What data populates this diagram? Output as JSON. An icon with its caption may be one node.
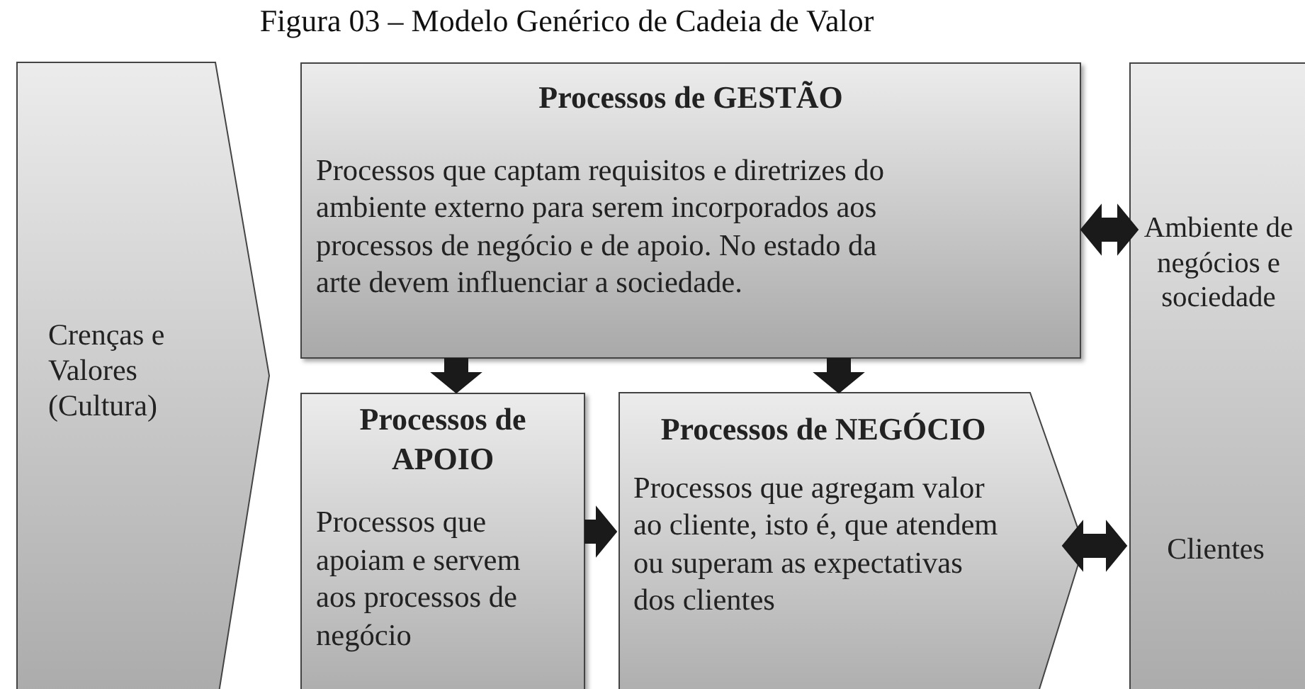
{
  "diagram": {
    "title": "Figura 03 – Modelo Genérico de Cadeia de Valor",
    "nodes": [
      {
        "text": [
          "Crenças e Valores (Cultura)"
        ]
      },
      {
        "text": [
          "Processos de GESTÃO",
          "Processos que captam requisitos e diretrizes do ambiente externo para serem incorporados aos processos de negócio e de apoio. No estado da arte devem influenciar a sociedade."
        ]
      },
      {
        "text": [
          "Processos de APOIO",
          "Processos que apoiam e servem aos processos de negócio"
        ]
      },
      {
        "text": [
          "Processos de NEGÓCIO",
          "Processos que agregam valor ao cliente, isto é, que atendem ou superam as expectativas dos clientes"
        ]
      },
      {
        "text": [],
        "shape": "box"
      },
      {
        "text": [
          "Ambiente de negócios e sociedade"
        ],
        "in": 4
      },
      {
        "text": [
          "Clientes"
        ],
        "in": 4
      }
    ],
    "edges": [
      {
        "from": 1,
        "to": 2,
        "arrow": "to"
      },
      {
        "from": 1,
        "to": 3,
        "arrow": "to"
      },
      {
        "from": 2,
        "to": 3,
        "arrow": "to"
      },
      {
        "from": 1,
        "to": 5,
        "arrow": "both"
      },
      {
        "from": 3,
        "to": 6,
        "arrow": "both"
      }
    ]
  }
}
